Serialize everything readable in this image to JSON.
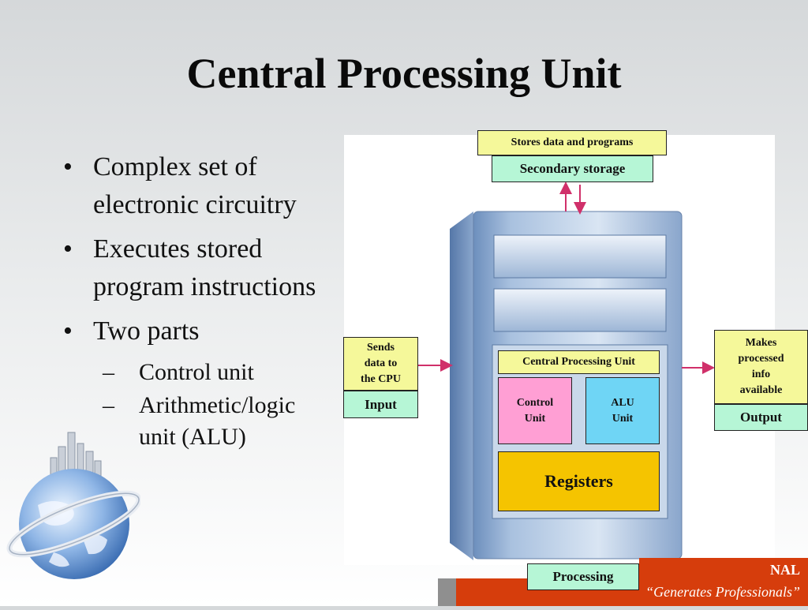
{
  "slide": {
    "title": "Central Processing Unit",
    "bullets": [
      "Complex set of electronic circuitry",
      "Executes stored program instructions",
      "Two parts"
    ],
    "sub_bullets": [
      "Control unit",
      "Arithmetic/logic unit (ALU)"
    ],
    "bullet_marker": "•",
    "sub_marker": "–"
  },
  "diagram": {
    "stores_note": "Stores data and programs",
    "secondary_storage": "Secondary storage",
    "sends_note_lines": [
      "Sends",
      "data to",
      "the CPU"
    ],
    "input_label": "Input",
    "makes_note_lines": [
      "Makes",
      "processed",
      "info",
      "available"
    ],
    "output_label": "Output",
    "cpu_label": "Central Processing Unit",
    "control_unit_lines": [
      "Control",
      "Unit"
    ],
    "alu_unit_lines": [
      "ALU",
      "Unit"
    ],
    "registers_label": "Registers",
    "processing_label": "Processing"
  },
  "footer": {
    "brand_fragment": "NAL",
    "tagline": "“Generates Professionals”"
  },
  "colors": {
    "note_yellow": "#f5f89a",
    "label_mint": "#b6f6d6",
    "control_pink": "#ff9fd4",
    "alu_cyan": "#6fd5f5",
    "registers_gold": "#f5c400",
    "arrow_magenta": "#d0306a",
    "footer_orange": "#d63d0c"
  }
}
